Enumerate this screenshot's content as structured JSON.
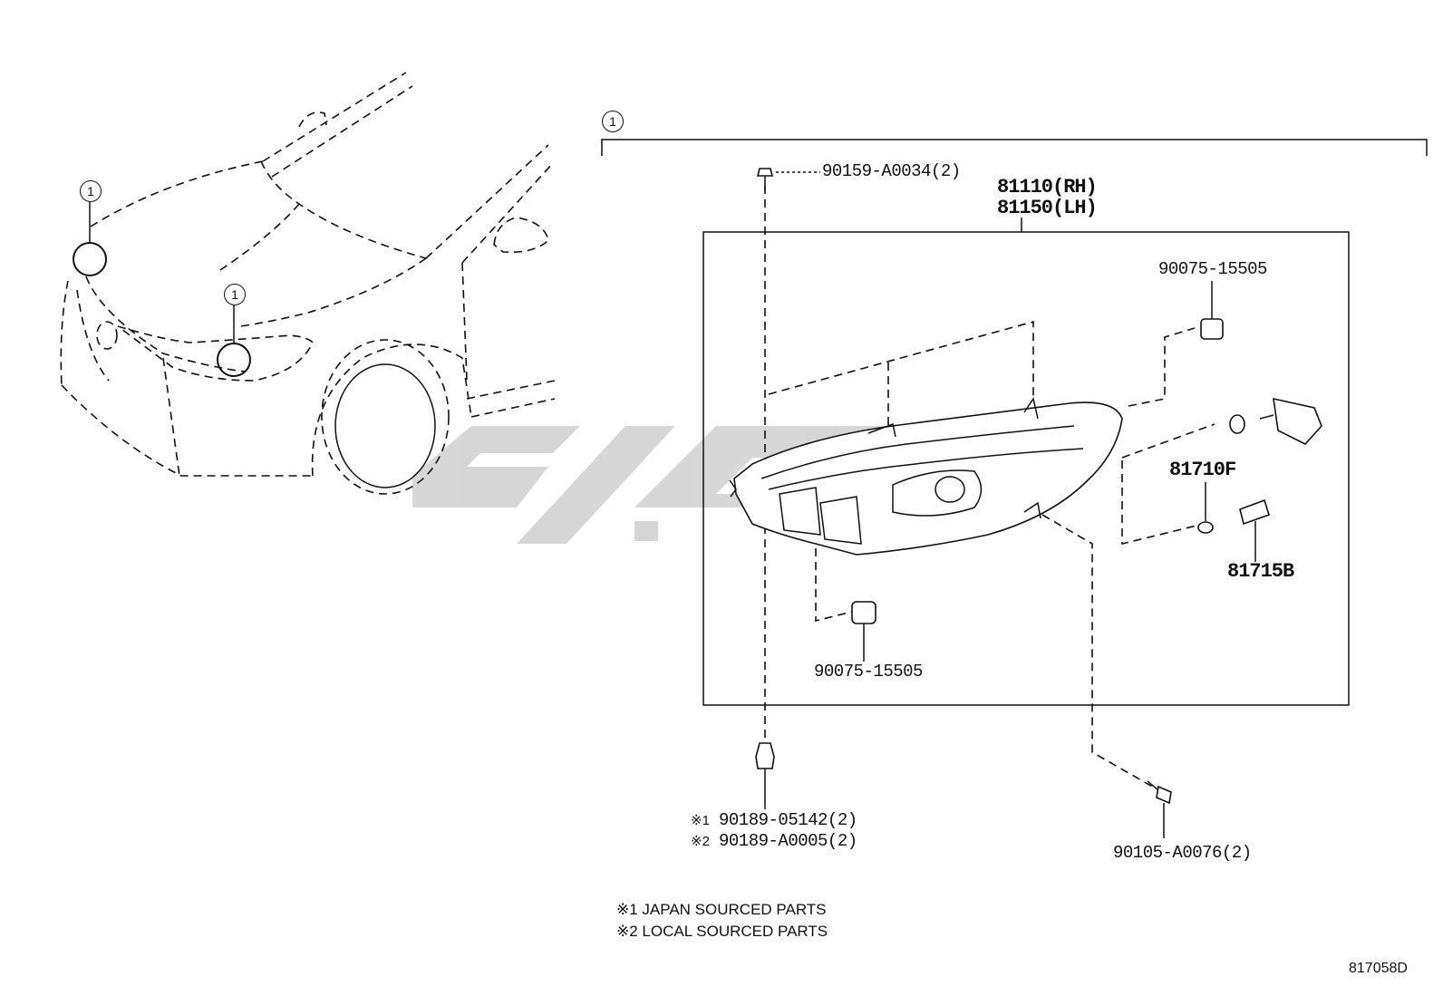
{
  "callout_ref": "1",
  "labels": {
    "bolt_top": "90159-A0034(2)",
    "headlamp_rh": "81110(RH)",
    "headlamp_lh": "81150(LH)",
    "cap_right": "90075-15505",
    "bulb_a": "81710F",
    "bulb_b": "81715B",
    "cap_bottom": "90075-15505",
    "clip_1": "90189-05142(2)",
    "clip_2": "90189-A0005(2)",
    "clip_1_mark": "※1",
    "clip_2_mark": "※2",
    "screw_bottom": "90105-A0076(2)"
  },
  "notes": [
    "※1 JAPAN SOURCED PARTS",
    "※2 LOCAL SOURCED PARTS"
  ],
  "figure_id": "817058D"
}
